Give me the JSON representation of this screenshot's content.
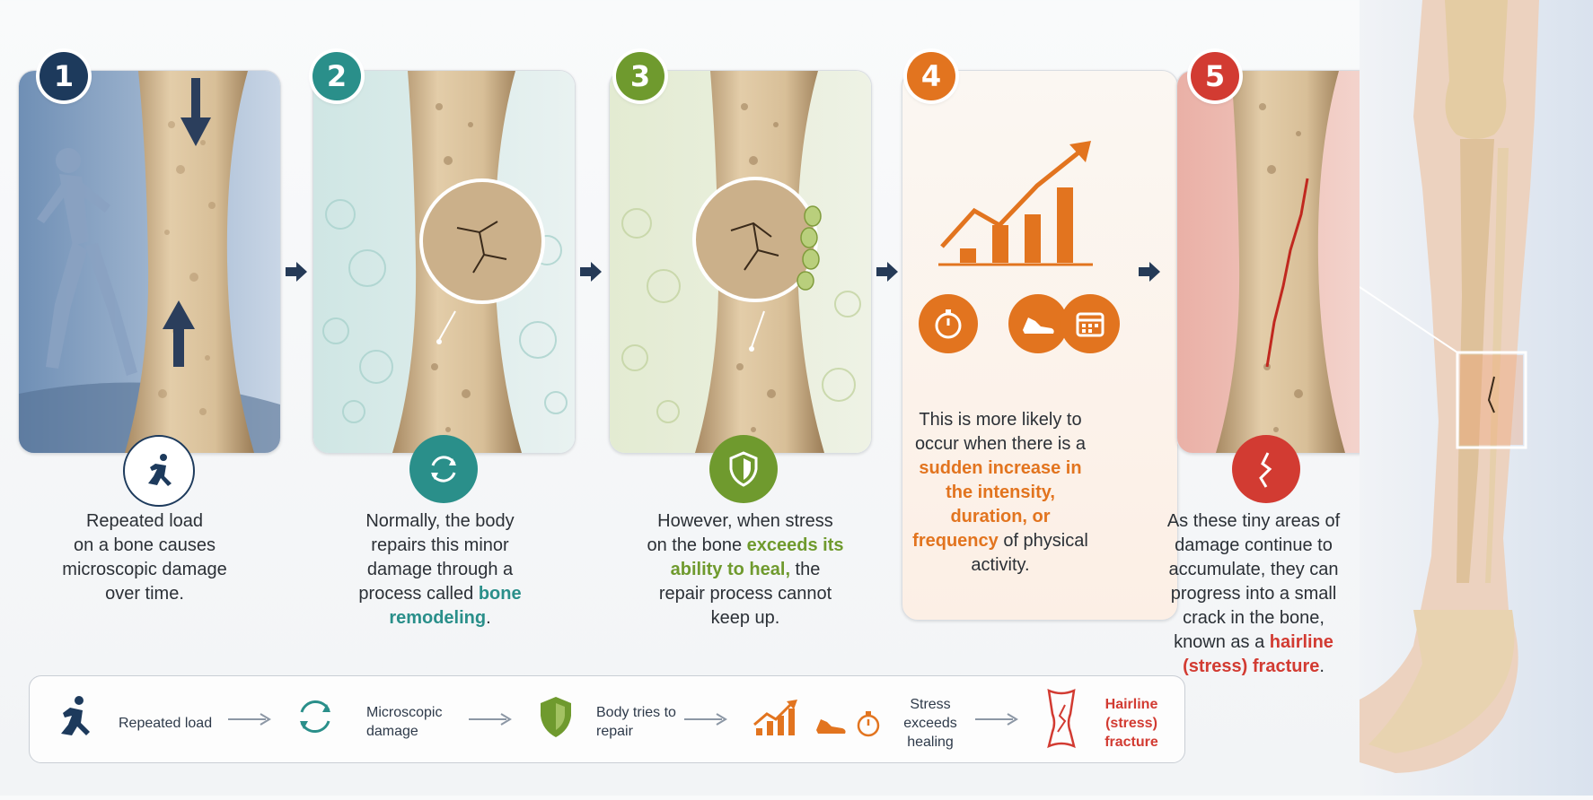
{
  "steps": [
    {
      "number": "1",
      "color": "#1d3a5c",
      "caption_lines": [
        "Repeated load",
        "on a bone causes",
        "microscopic damage",
        "over time."
      ]
    },
    {
      "number": "2",
      "color": "#2a8f8a",
      "caption_plain": "Normally, the body repairs this minor damage through a process called ",
      "caption_highlight": "bone remodeling",
      "caption_end": "."
    },
    {
      "number": "3",
      "color": "#6f9a2e",
      "caption_plain": "However, when stress on the bone ",
      "caption_highlight": "exceeds its ability to heal,",
      "caption_end": " the repair process cannot keep up."
    },
    {
      "number": "4",
      "color": "#e2741f",
      "caption_plain": "This is more likely to occur when there is a ",
      "caption_highlight": "sudden increase in the intensity, duration, or frequency",
      "caption_end": " of physical activity."
    },
    {
      "number": "5",
      "color": "#d23b32",
      "caption_plain": "As these tiny areas of damage continue to accumulate, they can progress into a small crack in the bone, known as a ",
      "caption_highlight": "hairline (stress) fracture",
      "caption_end": "."
    }
  ],
  "summary": {
    "items": [
      {
        "label": "Repeated load",
        "icon": "runner-icon"
      },
      {
        "label": "Microscopic damage",
        "icon": "cycle-icon"
      },
      {
        "label": "Body tries to repair",
        "icon": "shield-icon"
      },
      {
        "label": "Stress exceeds healing",
        "icon": "chart-shoe-stopwatch-icon"
      },
      {
        "label": "Hairline (stress) fracture",
        "icon": "cracked-bone-icon"
      }
    ]
  },
  "colors": {
    "navy": "#1d3a5c",
    "teal": "#2a8f8a",
    "green": "#6f9a2e",
    "orange": "#e2741f",
    "red": "#d23b32",
    "bone": "#d9bf98"
  }
}
